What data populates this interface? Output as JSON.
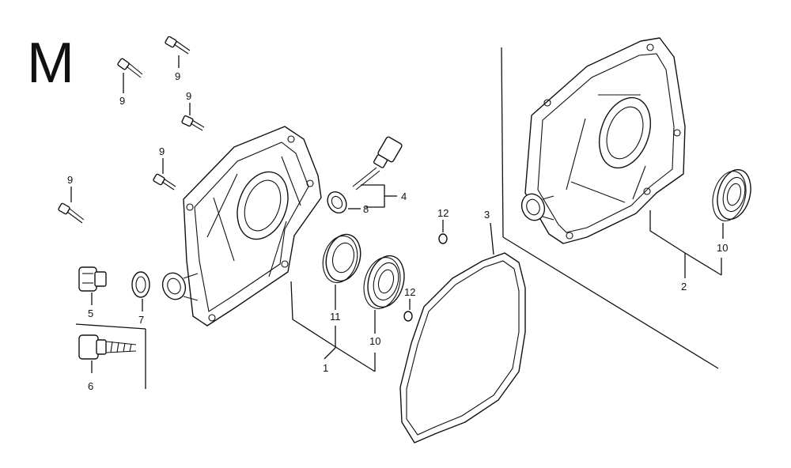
{
  "section_letter": "M",
  "callouts": {
    "c1": "1",
    "c2": "2",
    "c3": "3",
    "c4": "4",
    "c5": "5",
    "c6": "6",
    "c7": "7",
    "c8": "8",
    "c9": "9",
    "c10": "10",
    "c11": "11",
    "c12": "12"
  }
}
